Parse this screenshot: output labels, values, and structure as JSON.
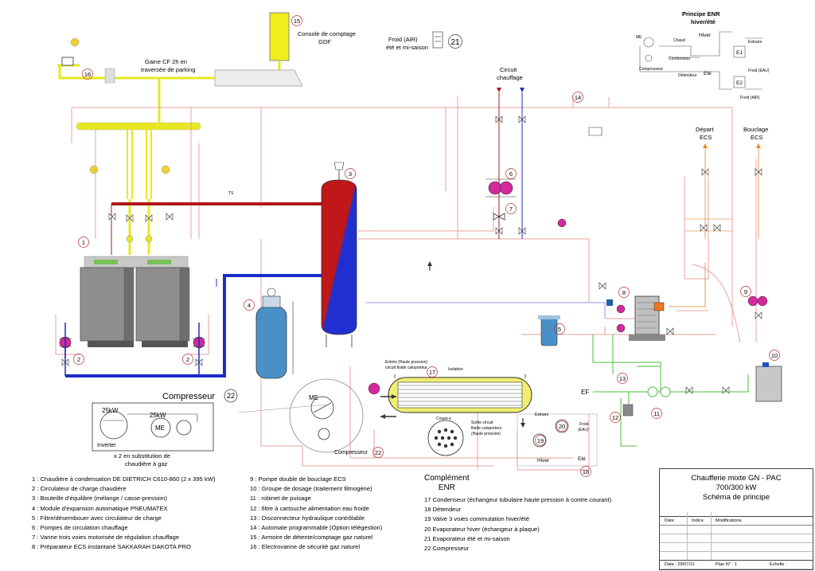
{
  "labels": {
    "console": [
      "Console de comptage",
      "GDF"
    ],
    "gaine": [
      "Gaine CF 2h en",
      "traversée de parking"
    ],
    "froid_air": [
      "Froid (AIR)",
      "été et mi-saison"
    ],
    "circuit_chauffage": [
      "Circuit",
      "chauffage"
    ],
    "principe_title": [
      "Principe ENR",
      "hiver/été"
    ],
    "principe": {
      "me": "ME",
      "compresseur": "Compresseur",
      "chaud": "Chaud",
      "condenseur": "Condenseur",
      "detendeur": "Détendeur",
      "hiver": "Hiver",
      "ete": "Eté",
      "extraire": "Extraire",
      "e1": "E1",
      "froid_eau": "Froid (EAU)",
      "e2": "E2",
      "froid_air": "Froid (AIR)"
    },
    "depart_ecs": [
      "Départ",
      "ECS"
    ],
    "bouclage_ecs": [
      "Bouclage",
      "ECS"
    ],
    "compresseur_title": "Compresseur",
    "inset": {
      "kw1": "25kW",
      "kw2": "25kW",
      "me": "ME",
      "inverter": "Inverter"
    },
    "inset_note": [
      "x 2 en substitution de",
      "chaudière à gaz"
    ],
    "big_me": "ME",
    "big_compresseur": "Compresseur",
    "entree_hp": [
      "Entrée (Haute pression)",
      "circuit fluide caloporteur"
    ],
    "isolation": "Isolation",
    "coupe": "Coupe e",
    "sortie_hp": [
      "Sortie circuit",
      "fluide caloporteur",
      "(Haute pression)"
    ],
    "extraire": "Extraire",
    "froid_eau": [
      "Froid",
      "(EAU)"
    ],
    "hiver": "Hiver",
    "ete": "Eté",
    "ef": "EF",
    "ts": "TS"
  },
  "numbers": {
    "n1": "1",
    "n2a": "2",
    "n2b": "2",
    "n3": "3",
    "n4": "4",
    "n5": "5",
    "n6": "6",
    "n7": "7",
    "n8": "8",
    "n9": "9",
    "n10": "10",
    "n11": "11",
    "n12": "12",
    "n13": "13",
    "n14": "14",
    "n15": "15",
    "n16": "16",
    "n17": "17",
    "n18": "18",
    "n19": "19",
    "n20": "20",
    "n21": "21",
    "n22": "22",
    "n22b": "22"
  },
  "legend_left": [
    "1 : Chaudière à condensation DE DIETRICH C610-860 (2 x 395 kW)",
    "2 : Circulateur de charge chaudière",
    "3 : Bouteille d'équilibre (mélange / casse-pression)",
    "4 : Module d'expansion automatique PNEUMATEX",
    "5 : Filtre/désembouer avec circulateur de charge",
    "6 : Pompes de circulation chauffage",
    "7 : Vanne trois voies motorisée de régulation chauffage",
    "8 : Préparateur ECS instantané SAKKARAH DAKOTA PRO"
  ],
  "legend_mid": [
    "9 : Pompe double de bouclage ECS",
    "10 : Groupe de dosage (traitement filmogène)",
    "11 : robinet de puisage",
    "12 : filtre à cartouche alimentation eau froide",
    "13 : Disconnecteur hydraulique contrôlable",
    "14 : Automate programmable (Option télégestion)",
    "15 : Armoire de détente/comptage gaz naturel",
    "16 : Electrovanne de sécurité gaz naturel"
  ],
  "legend_enr_title": [
    "Complément",
    "ENR"
  ],
  "legend_enr": [
    "17  Condenseur (échangeur tubulaire haute pression à contre courant)",
    "18  Détendeur",
    "19  Valve 3 voies commutation hiver/été",
    "20  Evaporateur hiver (échangeur à plaque)",
    "21  Evaporateur été et mi-saison",
    "22  Compresseur"
  ],
  "cartouche": {
    "title": [
      "Chaufferie mixte GN - PAC",
      "700/300 kW",
      "Schéma de principe"
    ],
    "col_date": "Date",
    "col_indice": "Indice",
    "col_modifs": "Modifications",
    "date": "Date : 29/07/11",
    "plan": "Plan N° : 1",
    "echelle": "Echelle :"
  },
  "colors": {
    "hot": "#b01a1a",
    "cold": "#1b2fc8",
    "gas": "#e8e820",
    "pink": "#e8a0a0",
    "green": "#4cbc3c",
    "boiler": "#8e8e8e",
    "pump": "#d2299c"
  }
}
